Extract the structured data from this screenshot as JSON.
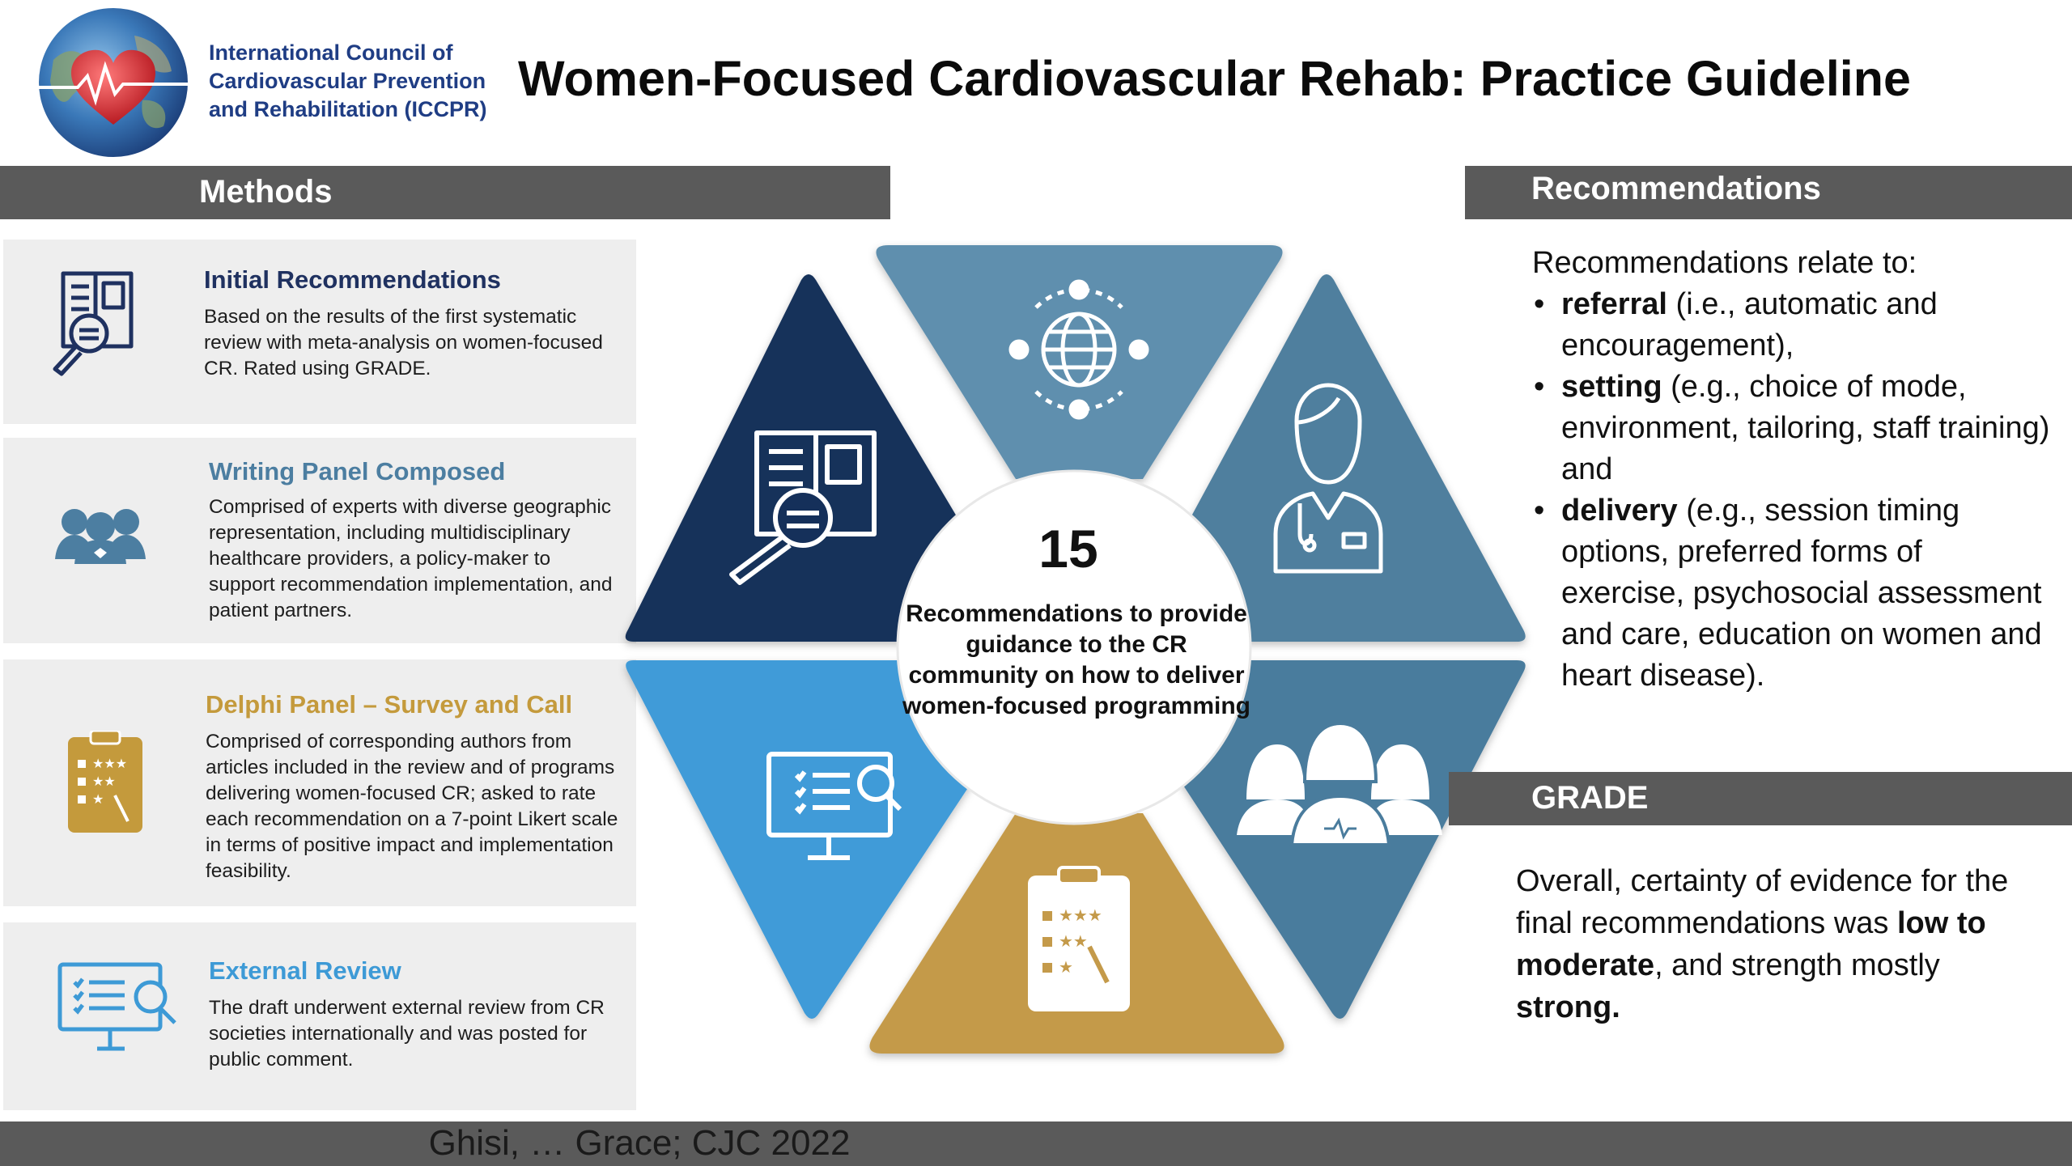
{
  "header": {
    "org_name_lines": [
      "International Council of",
      "Cardiovascular Prevention",
      "and Rehabilitation (ICCPR)"
    ],
    "title": "Women-Focused Cardiovascular Rehab: Practice Guideline"
  },
  "methods": {
    "heading": "Methods",
    "panels": [
      {
        "title": "Initial Recommendations",
        "body": "Based on the results of the first systematic review with meta-analysis on women-focused CR. Rated using GRADE.",
        "icon": "book-magnifier-icon",
        "title_color": "#1f3160"
      },
      {
        "title": "Writing Panel Composed",
        "body": "Comprised of experts with diverse geographic representation, including multidisciplinary healthcare providers, a policy-maker to support recommendation implementation, and patient partners.",
        "icon": "women-group-icon",
        "title_color": "#4c7ea1"
      },
      {
        "title": "Delphi Panel – Survey and Call",
        "body": "Comprised of corresponding authors from articles included in the review and of programs delivering women-focused CR; asked to rate each recommendation on a 7-point Likert scale in terms of positive impact and implementation feasibility.",
        "icon": "rating-clipboard-icon",
        "title_color": "#c49a3c"
      },
      {
        "title": "External Review",
        "body": "The draft underwent external review from CR societies internationally and was posted for public comment.",
        "icon": "monitor-search-icon",
        "title_color": "#3d9ad6"
      }
    ]
  },
  "center": {
    "count": "15",
    "text": "Recommendations to provide guidance to the CR community on how to deliver women-focused programming"
  },
  "hexagon_segments": [
    {
      "position": "top-left",
      "color": "#15305a",
      "icon": "book-magnifier-icon"
    },
    {
      "position": "top",
      "color": "#5e8fae",
      "icon": "globe-network-icon"
    },
    {
      "position": "top-right",
      "color": "#4f7f9e",
      "icon": "female-doctor-icon"
    },
    {
      "position": "bottom-right",
      "color": "#4a7c9d",
      "icon": "women-group-icon"
    },
    {
      "position": "bottom",
      "color": "#c49a4a",
      "icon": "rating-clipboard-icon"
    },
    {
      "position": "bottom-left",
      "color": "#3f9bd8",
      "icon": "monitor-search-icon"
    }
  ],
  "recommendations": {
    "heading": "Recommendations",
    "intro": "Recommendations  relate to:",
    "items": [
      {
        "term": "referral",
        "detail": " (i.e., automatic and encouragement),"
      },
      {
        "term": "setting",
        "detail": " (e.g., choice of mode, environment, tailoring, staff training) and"
      },
      {
        "term": "delivery",
        "detail": " (e.g., session timing options, preferred forms of exercise, psychosocial assessment and care, education on women and heart disease)."
      }
    ]
  },
  "grade": {
    "heading": "GRADE",
    "text_before": "Overall, certainty of evidence for the final recommendations was ",
    "bold_1": "low to moderate",
    "text_middle": ", and strength mostly ",
    "bold_2": "strong."
  },
  "footer": {
    "citation": "Ghisi, … Grace; CJC 2022"
  }
}
